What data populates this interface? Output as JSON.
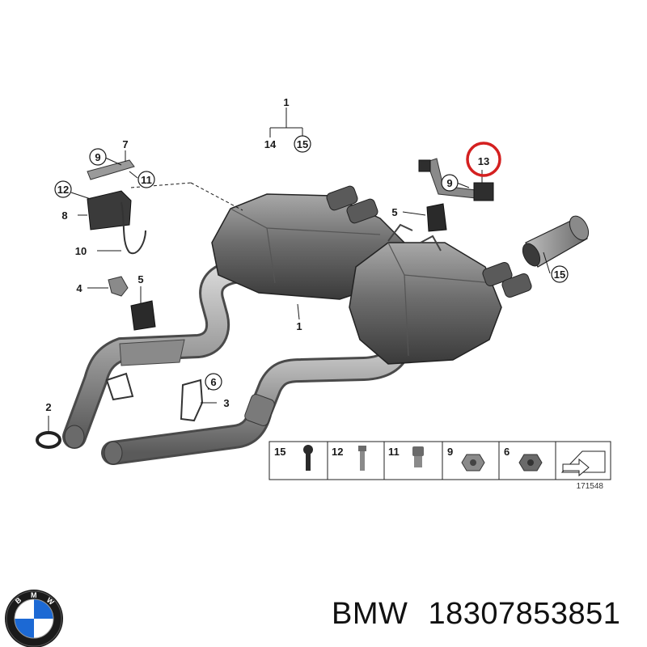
{
  "diagram": {
    "callouts": {
      "c1_top": "1",
      "c14": "14",
      "c15_top": "15",
      "c7": "7",
      "c9_left": "9",
      "c11": "11",
      "c12": "12",
      "c8": "8",
      "c10": "10",
      "c4": "4",
      "c5_left": "5",
      "c1_mid": "1",
      "c13": "13",
      "c9_right": "9",
      "c5_right": "5",
      "c15_right": "15",
      "c2": "2",
      "c6": "6",
      "c3": "3"
    },
    "legend": [
      "15",
      "12",
      "11",
      "9",
      "6"
    ],
    "diagram_id": "171548",
    "highlight_color": "#d42020"
  },
  "brand": {
    "logo_letters": "BMW",
    "name": "BMW",
    "part_number": "18307853851"
  }
}
